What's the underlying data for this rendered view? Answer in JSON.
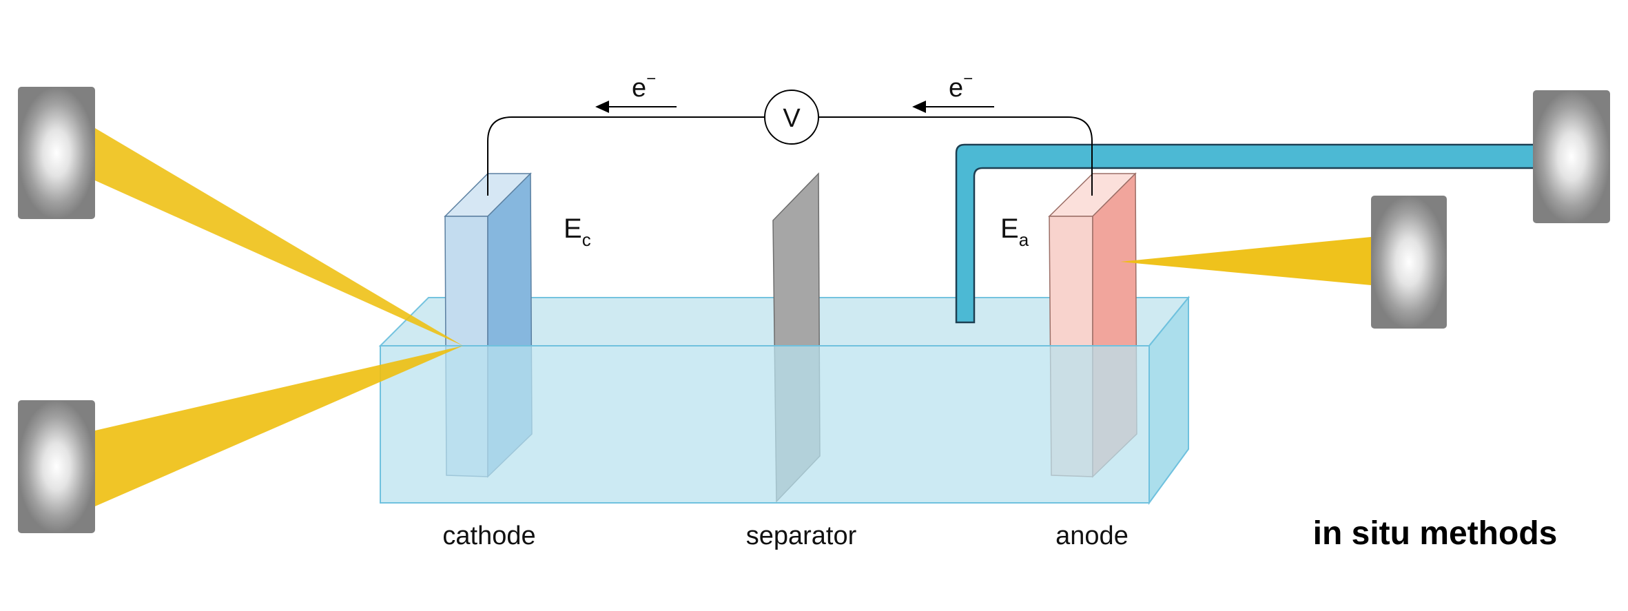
{
  "labels": {
    "electron_left": "e",
    "electron_right": "e",
    "electron_sup": "−",
    "voltmeter": "V",
    "cathode_potential_main": "E",
    "cathode_potential_sub": "c",
    "anode_potential_main": "E",
    "anode_potential_sub": "a",
    "cathode": "cathode",
    "separator": "separator",
    "anode": "anode",
    "title": "in situ methods"
  },
  "colors": {
    "beam": "#eebf10",
    "probe_tube": "#4cb9d4",
    "electrolyte": "#c9e9f1",
    "electrolyte_edge": "#6fc1de",
    "cathode_front": "#c3dcef",
    "cathode_side": "#86b7de",
    "anode_front": "#f8d3cd",
    "anode_side": "#f1a59c",
    "separator": "#a6a6a6",
    "source_box": "#808080",
    "wire": "#000000"
  },
  "icons": [
    "radiation-source-icon",
    "detector-icon",
    "voltmeter-icon",
    "arrow-left-icon"
  ]
}
